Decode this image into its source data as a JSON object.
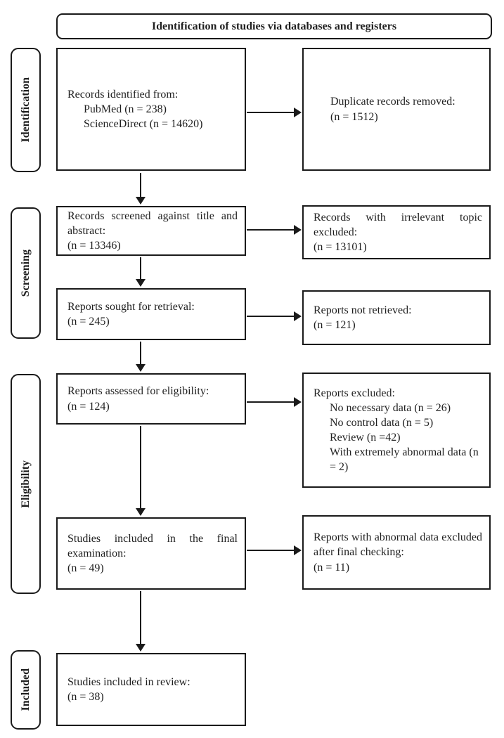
{
  "header": {
    "title": "Identification of studies via databases and registers"
  },
  "sidebar": {
    "identification": "Identification",
    "screening": "Screening",
    "eligibility": "Eligibility",
    "included": "Included"
  },
  "boxes": {
    "records_identified": {
      "line1": "Records identified from:",
      "line2": "PubMed (n = 238)",
      "line3": "ScienceDirect (n = 14620)"
    },
    "duplicates_removed": {
      "line1": "Duplicate records removed:",
      "line2": "(n = 1512)"
    },
    "records_screened": {
      "line1": "Records screened against title and abstract:",
      "line2": "(n = 13346)"
    },
    "irrelevant_excluded": {
      "line1": "Records with irrelevant topic excluded:",
      "line2": "(n = 13101)"
    },
    "reports_sought": {
      "line1": "Reports sought for retrieval:",
      "line2": "(n = 245)"
    },
    "reports_not_retrieved": {
      "line1": "Reports not retrieved:",
      "line2": "(n = 121)"
    },
    "reports_assessed": {
      "line1": "Reports assessed for eligibility:",
      "line2": "(n = 124)"
    },
    "reports_excluded": {
      "line1": "Reports excluded:",
      "item1": "No necessary data (n = 26)",
      "item2": "No control data (n = 5)",
      "item3": "Review (n =42)",
      "item4": "With extremely abnormal data (n = 2)"
    },
    "studies_final_examination": {
      "line1": "Studies included in the final examination:",
      "line2": "(n = 49)"
    },
    "abnormal_excluded": {
      "line1": "Reports with abnormal data excluded after final checking:",
      "line2": "(n = 11)"
    },
    "studies_in_review": {
      "line1": "Studies included in review:",
      "line2": "(n = 38)"
    }
  },
  "colors": {
    "line": "#1a1a1a",
    "background": "#ffffff",
    "text": "#1f1f1f"
  }
}
